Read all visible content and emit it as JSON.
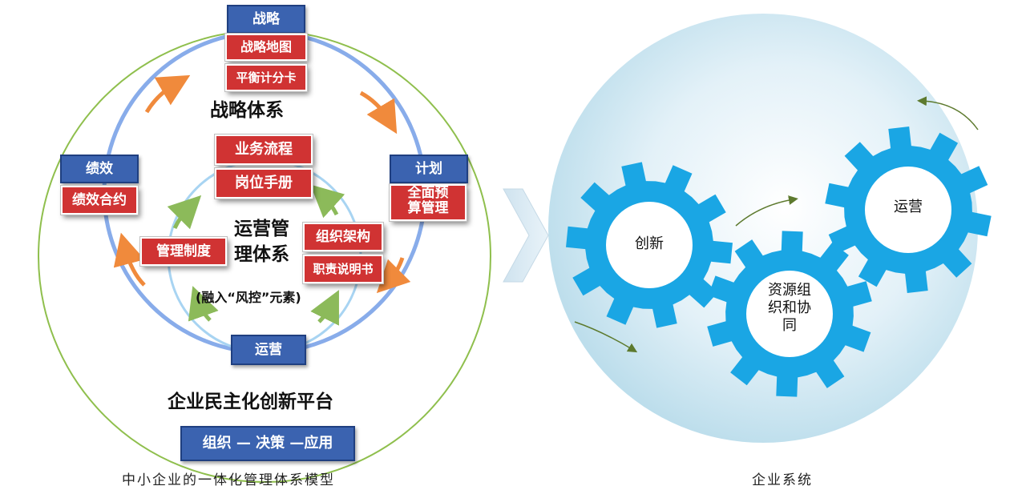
{
  "left_model": {
    "top_box": "战略",
    "top_items": [
      "战略地图",
      "平衡计分卡"
    ],
    "strategy_system": "战略体系",
    "center_items": [
      "业务流程",
      "岗位手册"
    ],
    "performance_box": "绩效",
    "performance_item": "绩效合约",
    "plan_box": "计划",
    "plan_item_line1": "全面预",
    "plan_item_line2": "算管理",
    "management_item": "管理制度",
    "ops_system_line1": "运营管",
    "ops_system_line2": "理体系",
    "org_items": [
      "组织架构",
      "职责说明书"
    ],
    "risk_note": "(融入“风控”元素)",
    "ops_box": "运营",
    "platform_title": "企业民主化创新平台",
    "bottom_bar": "组织 — 决策 —应用",
    "caption": "中小企业的一体化管理体系模型"
  },
  "right_model": {
    "gears": {
      "innovation": "创新",
      "resource_line1": "资源组",
      "resource_line2": "织和协",
      "resource_line3": "同",
      "operation": "运营"
    },
    "caption": "企业系统"
  },
  "colors": {
    "blue_box": "#3b63b0",
    "red_box": "#d03333",
    "gear": "#1aa6e4",
    "orange_arrow": "#f08a3c",
    "green_arrow": "#8cba5a",
    "outer_green_circle": "#8fbf4d",
    "blue_ring": "#88acea",
    "light_ring": "#a8d4f2"
  }
}
